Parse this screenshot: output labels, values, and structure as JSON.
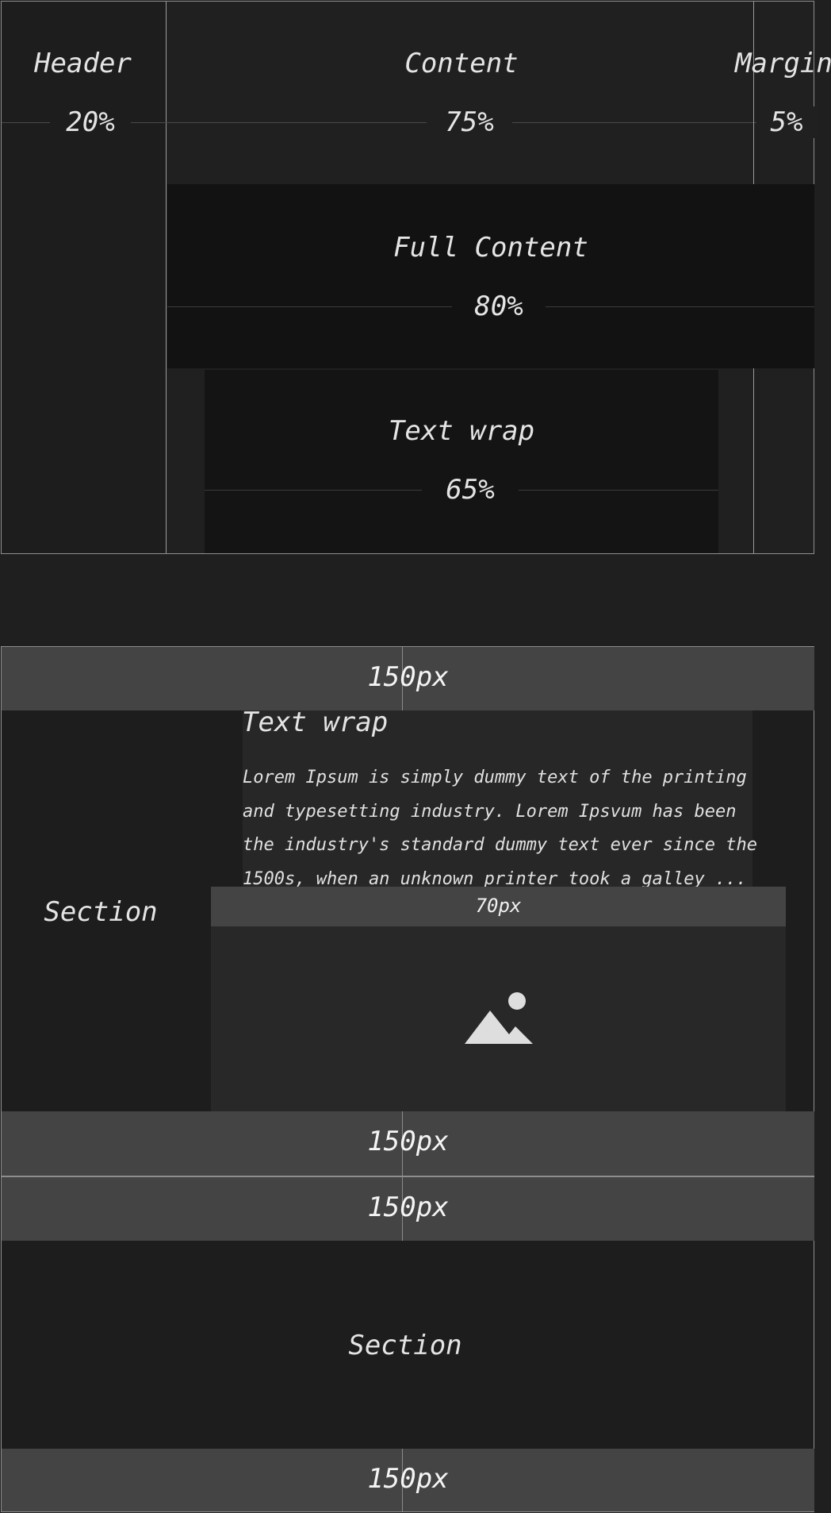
{
  "top_diagram": {
    "header": {
      "label": "Header",
      "percent": "20%"
    },
    "content": {
      "label": "Content",
      "percent": "75%"
    },
    "margin": {
      "label": "Margin",
      "percent": "5%"
    },
    "full_content": {
      "label": "Full Content",
      "percent": "80%"
    },
    "text_wrap": {
      "label": "Text wrap",
      "percent": "65%"
    }
  },
  "bottom_diagram": {
    "section1": {
      "top_band": "150px",
      "section_label": "Section",
      "text_wrap_title": "Text wrap",
      "paragraph": "Lorem Ipsum is simply dummy text of the printing and typesetting industry. Lorem Ipsvum has been the industry's standard dummy text ever since the 1500s, when an unknown printer took a galley ...",
      "image_band": "70px",
      "bottom_band": "150px"
    },
    "section2": {
      "top_band": "150px",
      "section_label": "Section",
      "bottom_band": "150px"
    }
  },
  "icons": {
    "image": "image-placeholder-icon"
  },
  "colors": {
    "background": "#1f1f1f",
    "band": "#444444",
    "dark_panel": "#121212",
    "outline": "#9a9a9a"
  }
}
